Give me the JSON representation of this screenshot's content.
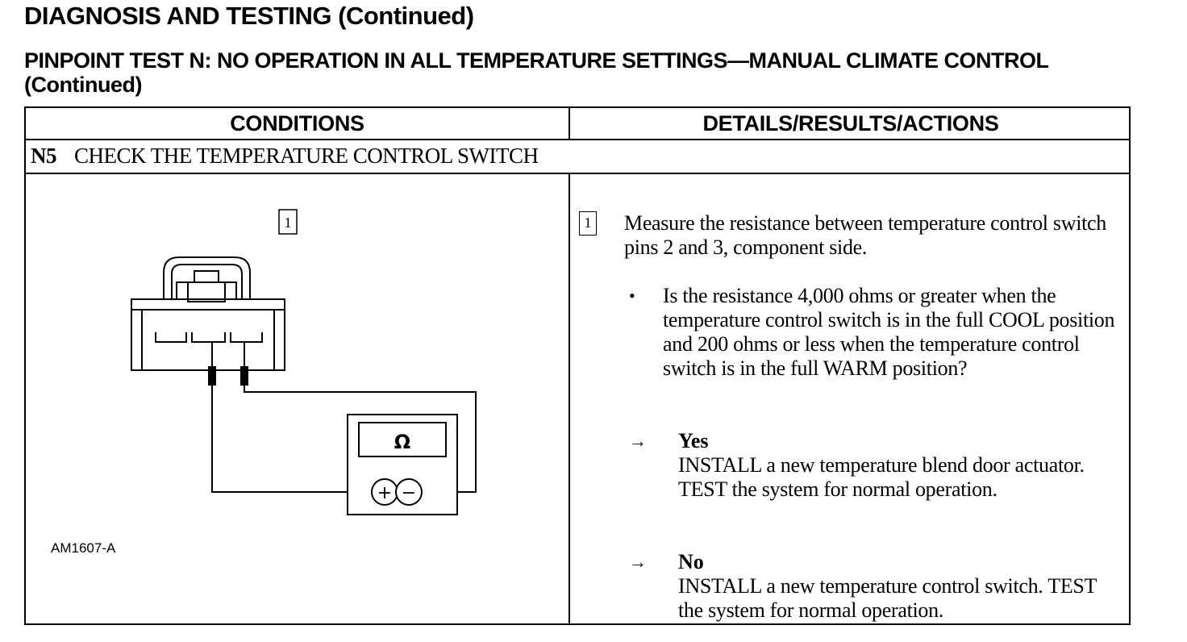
{
  "header": {
    "title": "DIAGNOSIS AND TESTING (Continued)",
    "subtitle": "PINPOINT TEST N:  NO OPERATION IN ALL TEMPERATURE SETTINGS—MANUAL CLIMATE CONTROL (Continued)"
  },
  "table": {
    "col_conditions": "CONDITIONS",
    "col_details": "DETAILS/RESULTS/ACTIONS",
    "step": {
      "number": "N5",
      "title": "CHECK THE TEMPERATURE CONTROL SWITCH"
    },
    "diagram": {
      "callout": "1",
      "meter_symbol": "Ω",
      "plus": "+",
      "minus": "−",
      "figure_code": "AM1607-A"
    },
    "details": {
      "callout": "1",
      "instruction": "Measure the resistance between temperature control switch pins 2 and 3, component side.",
      "bullet": "•",
      "question": "Is the resistance 4,000 ohms or greater when the temperature control switch is in the full COOL position and 200 ohms or less when the temperature control switch is in the full WARM position?",
      "answers": [
        {
          "arrow": "→",
          "label": "Yes",
          "text": "INSTALL a new temperature blend door actuator. TEST the system for normal operation."
        },
        {
          "arrow": "→",
          "label": "No",
          "text": "INSTALL a new temperature control switch. TEST the system for normal operation."
        }
      ]
    }
  }
}
